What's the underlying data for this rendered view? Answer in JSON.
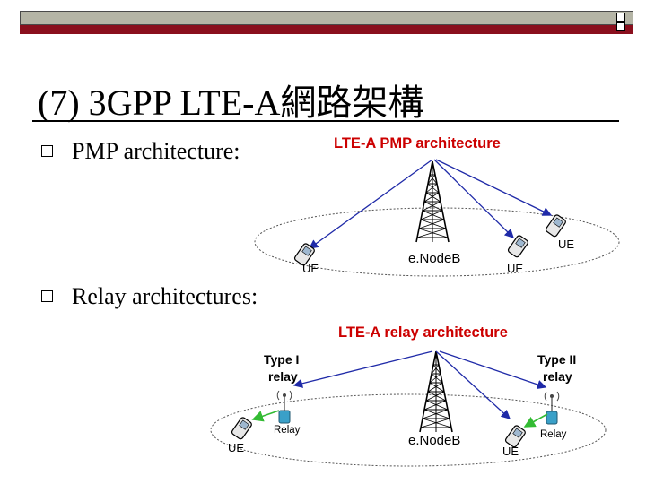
{
  "slide": {
    "title": "(7) 3GPP LTE-A網路架構",
    "bullets": [
      "PMP architecture:",
      "Relay architectures:"
    ]
  },
  "pmp_diagram": {
    "title": "LTE-A PMP architecture",
    "base_station_label": "e.NodeB",
    "ue_labels": [
      "UE",
      "UE",
      "UE"
    ]
  },
  "relay_diagram": {
    "title": "LTE-A relay architecture",
    "base_station_label": "e.NodeB",
    "type1_label": [
      "Type I",
      "relay"
    ],
    "type2_label": [
      "Type II",
      "relay"
    ],
    "relay_labels": [
      "Relay",
      "Relay"
    ],
    "ue_labels": [
      "UE",
      "UE"
    ]
  },
  "colors": {
    "banner_top": "#b5b5a6",
    "banner_bottom": "#8a0f1d",
    "diagram_title": "#cc0000",
    "link_line": "#1f2aa8",
    "relay_line": "#33bb33"
  }
}
